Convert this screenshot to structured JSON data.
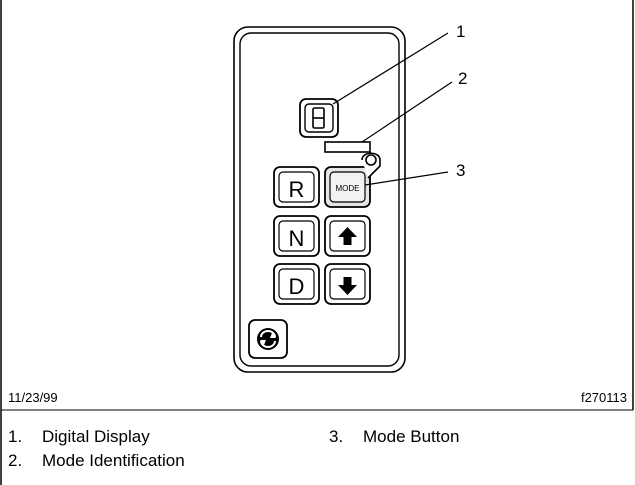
{
  "callouts": [
    "1",
    "2",
    "3"
  ],
  "buttons": {
    "r": "R",
    "n": "N",
    "d": "D",
    "mode": "MODE"
  },
  "display_digit": "8",
  "caption": {
    "date": "11/23/99",
    "figure_id": "f270113"
  },
  "legend": [
    {
      "num": "1.",
      "label": "Digital Display"
    },
    {
      "num": "2.",
      "label": "Mode Identification"
    },
    {
      "num": "3.",
      "label": "Mode Button"
    }
  ],
  "icons": [
    "up-arrow-icon",
    "down-arrow-icon",
    "circular-arrows-icon"
  ]
}
